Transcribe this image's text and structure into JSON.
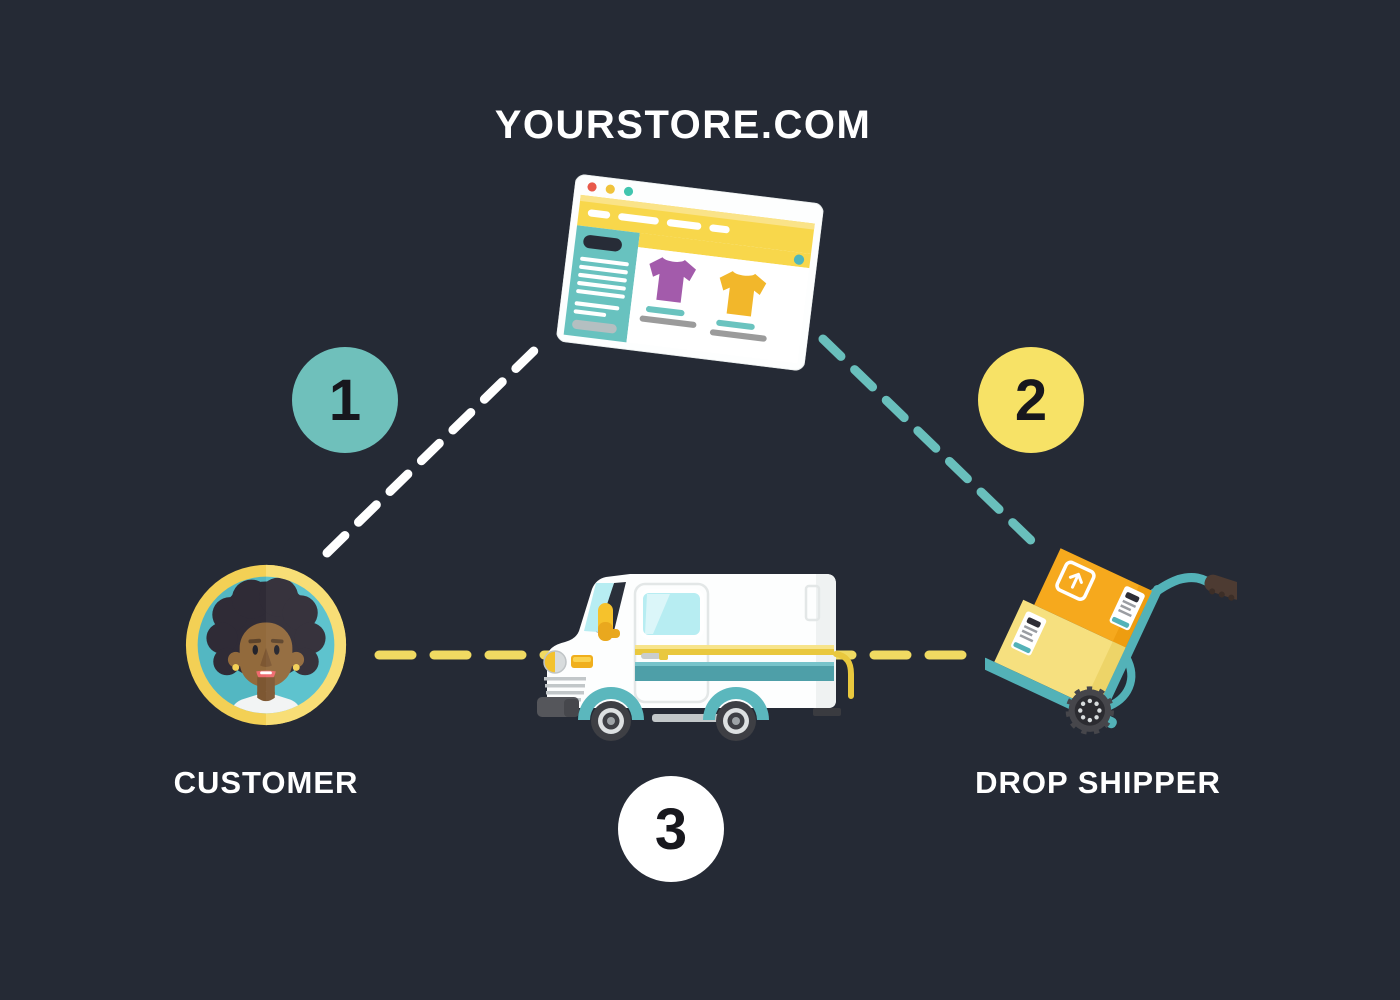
{
  "title": "YOURSTORE.COM",
  "nodes": {
    "store": {
      "label": "YOURSTORE.COM",
      "icon": "browser-storefront-with-tshirts"
    },
    "customer": {
      "label": "CUSTOMER",
      "icon": "woman-avatar"
    },
    "drop_shipper": {
      "label": "DROP SHIPPER",
      "icon": "hand-truck-with-boxes"
    }
  },
  "steps": [
    {
      "number": "1",
      "connects": [
        "customer",
        "store"
      ],
      "badge_color": "#6FC0BB",
      "text_color": "#17171D"
    },
    {
      "number": "2",
      "connects": [
        "store",
        "drop_shipper"
      ],
      "badge_color": "#F7E266",
      "text_color": "#17171D"
    },
    {
      "number": "3",
      "connects": [
        "drop_shipper",
        "customer"
      ],
      "badge_color": "#FFFFFF",
      "text_color": "#17171D"
    }
  ],
  "connectors": [
    {
      "name": "customer-to-store",
      "style": "dashed",
      "color": "#FFFFFF"
    },
    {
      "name": "store-to-drop-shipper",
      "style": "dashed",
      "color": "#69BFBC"
    },
    {
      "name": "drop-shipper-to-customer",
      "style": "dashed",
      "color": "#F0DA62",
      "via": "delivery-truck"
    }
  ],
  "icons": {
    "store_browser": "browser-window-purple-and-gold-tshirts",
    "customer_avatar": "woman-with-afro-in-gold-ring",
    "delivery_truck": "white-delivery-truck-teal-stripe",
    "hand_truck": "teal-hand-truck-orange-and-yellow-boxes"
  },
  "colors": {
    "background": "#252A35",
    "badge_teal": "#6FC0BB",
    "badge_yellow": "#F7E266",
    "badge_white": "#FFFFFF",
    "badge_text": "#17171D",
    "dash_white": "#FFFFFF",
    "dash_teal": "#69BFBC",
    "dash_yellow": "#F0DA62",
    "browser_navbar_yellow": "#F8D74B",
    "browser_sidebar_teal": "#68C2BF",
    "shirt_purple": "#A35BAB",
    "shirt_gold": "#F2B72B",
    "truck_stripe_teal": "#4E9FA8",
    "truck_stripe_yellow": "#E9C83E",
    "box_orange": "#F6A91D",
    "box_pale_yellow": "#F6E07F",
    "handtruck_frame_teal": "#53B2B8",
    "avatar_ring_gold": "#F3D055",
    "avatar_bg_teal": "#58C1CD",
    "label_text": "#FFFFFF"
  }
}
